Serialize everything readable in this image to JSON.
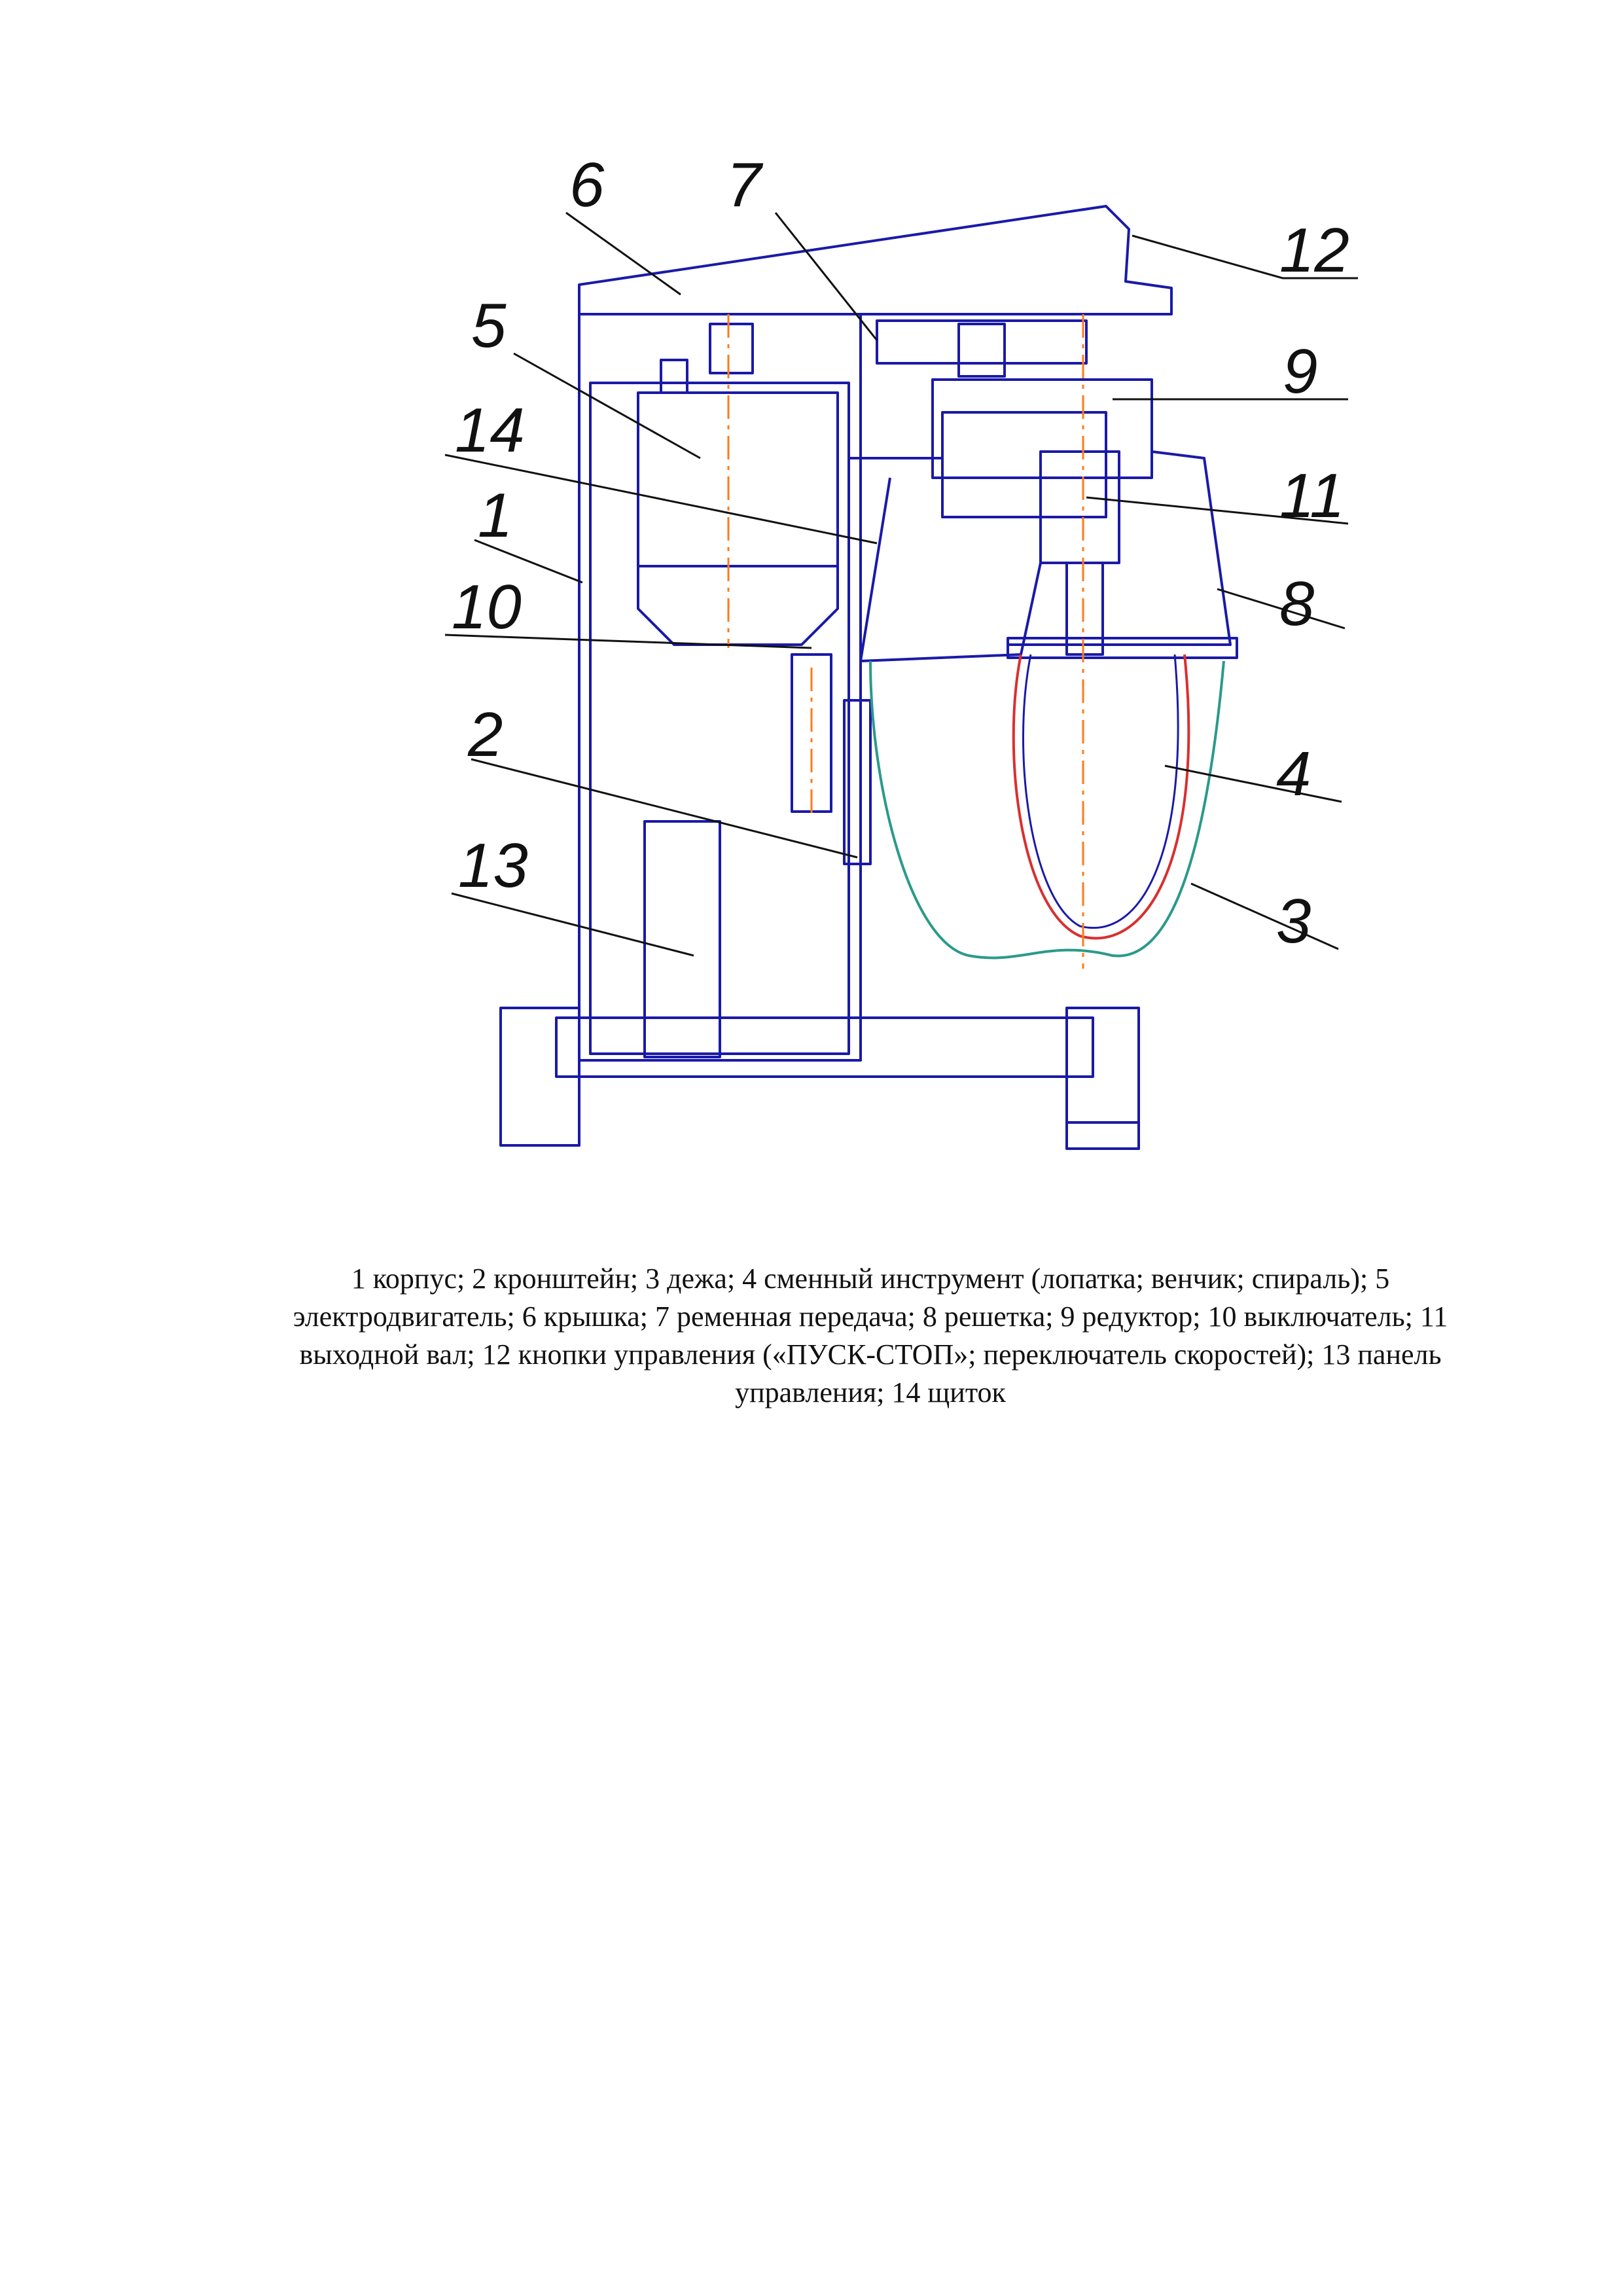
{
  "callouts": [
    {
      "id": "6",
      "text": "6"
    },
    {
      "id": "7",
      "text": "7"
    },
    {
      "id": "12",
      "text": "12"
    },
    {
      "id": "5",
      "text": "5"
    },
    {
      "id": "9",
      "text": "9"
    },
    {
      "id": "14",
      "text": "14"
    },
    {
      "id": "11",
      "text": "11"
    },
    {
      "id": "1",
      "text": "1"
    },
    {
      "id": "8",
      "text": "8"
    },
    {
      "id": "10",
      "text": "10"
    },
    {
      "id": "2",
      "text": "2"
    },
    {
      "id": "4",
      "text": "4"
    },
    {
      "id": "13",
      "text": "13"
    },
    {
      "id": "3",
      "text": "3"
    }
  ],
  "caption": "1 корпус; 2 кронштейн; 3 дежа; 4 сменный инструмент (лопатка; венчик; спираль); 5 электродвигатель; 6 крышка; 7 ременная передача; 8 решетка; 9 редуктор; 10 выключатель; 11 выходной вал; 12 кнопки управления («ПУСК-СТОП»; переключатель скоростей); 13 панель управления; 14 щиток",
  "colors": {
    "line_main": "#1a1aa8",
    "line_axis": "#ff7a1a",
    "line_bowl": "#2a9a8a",
    "line_red": "#d83030",
    "leader": "#111111"
  }
}
